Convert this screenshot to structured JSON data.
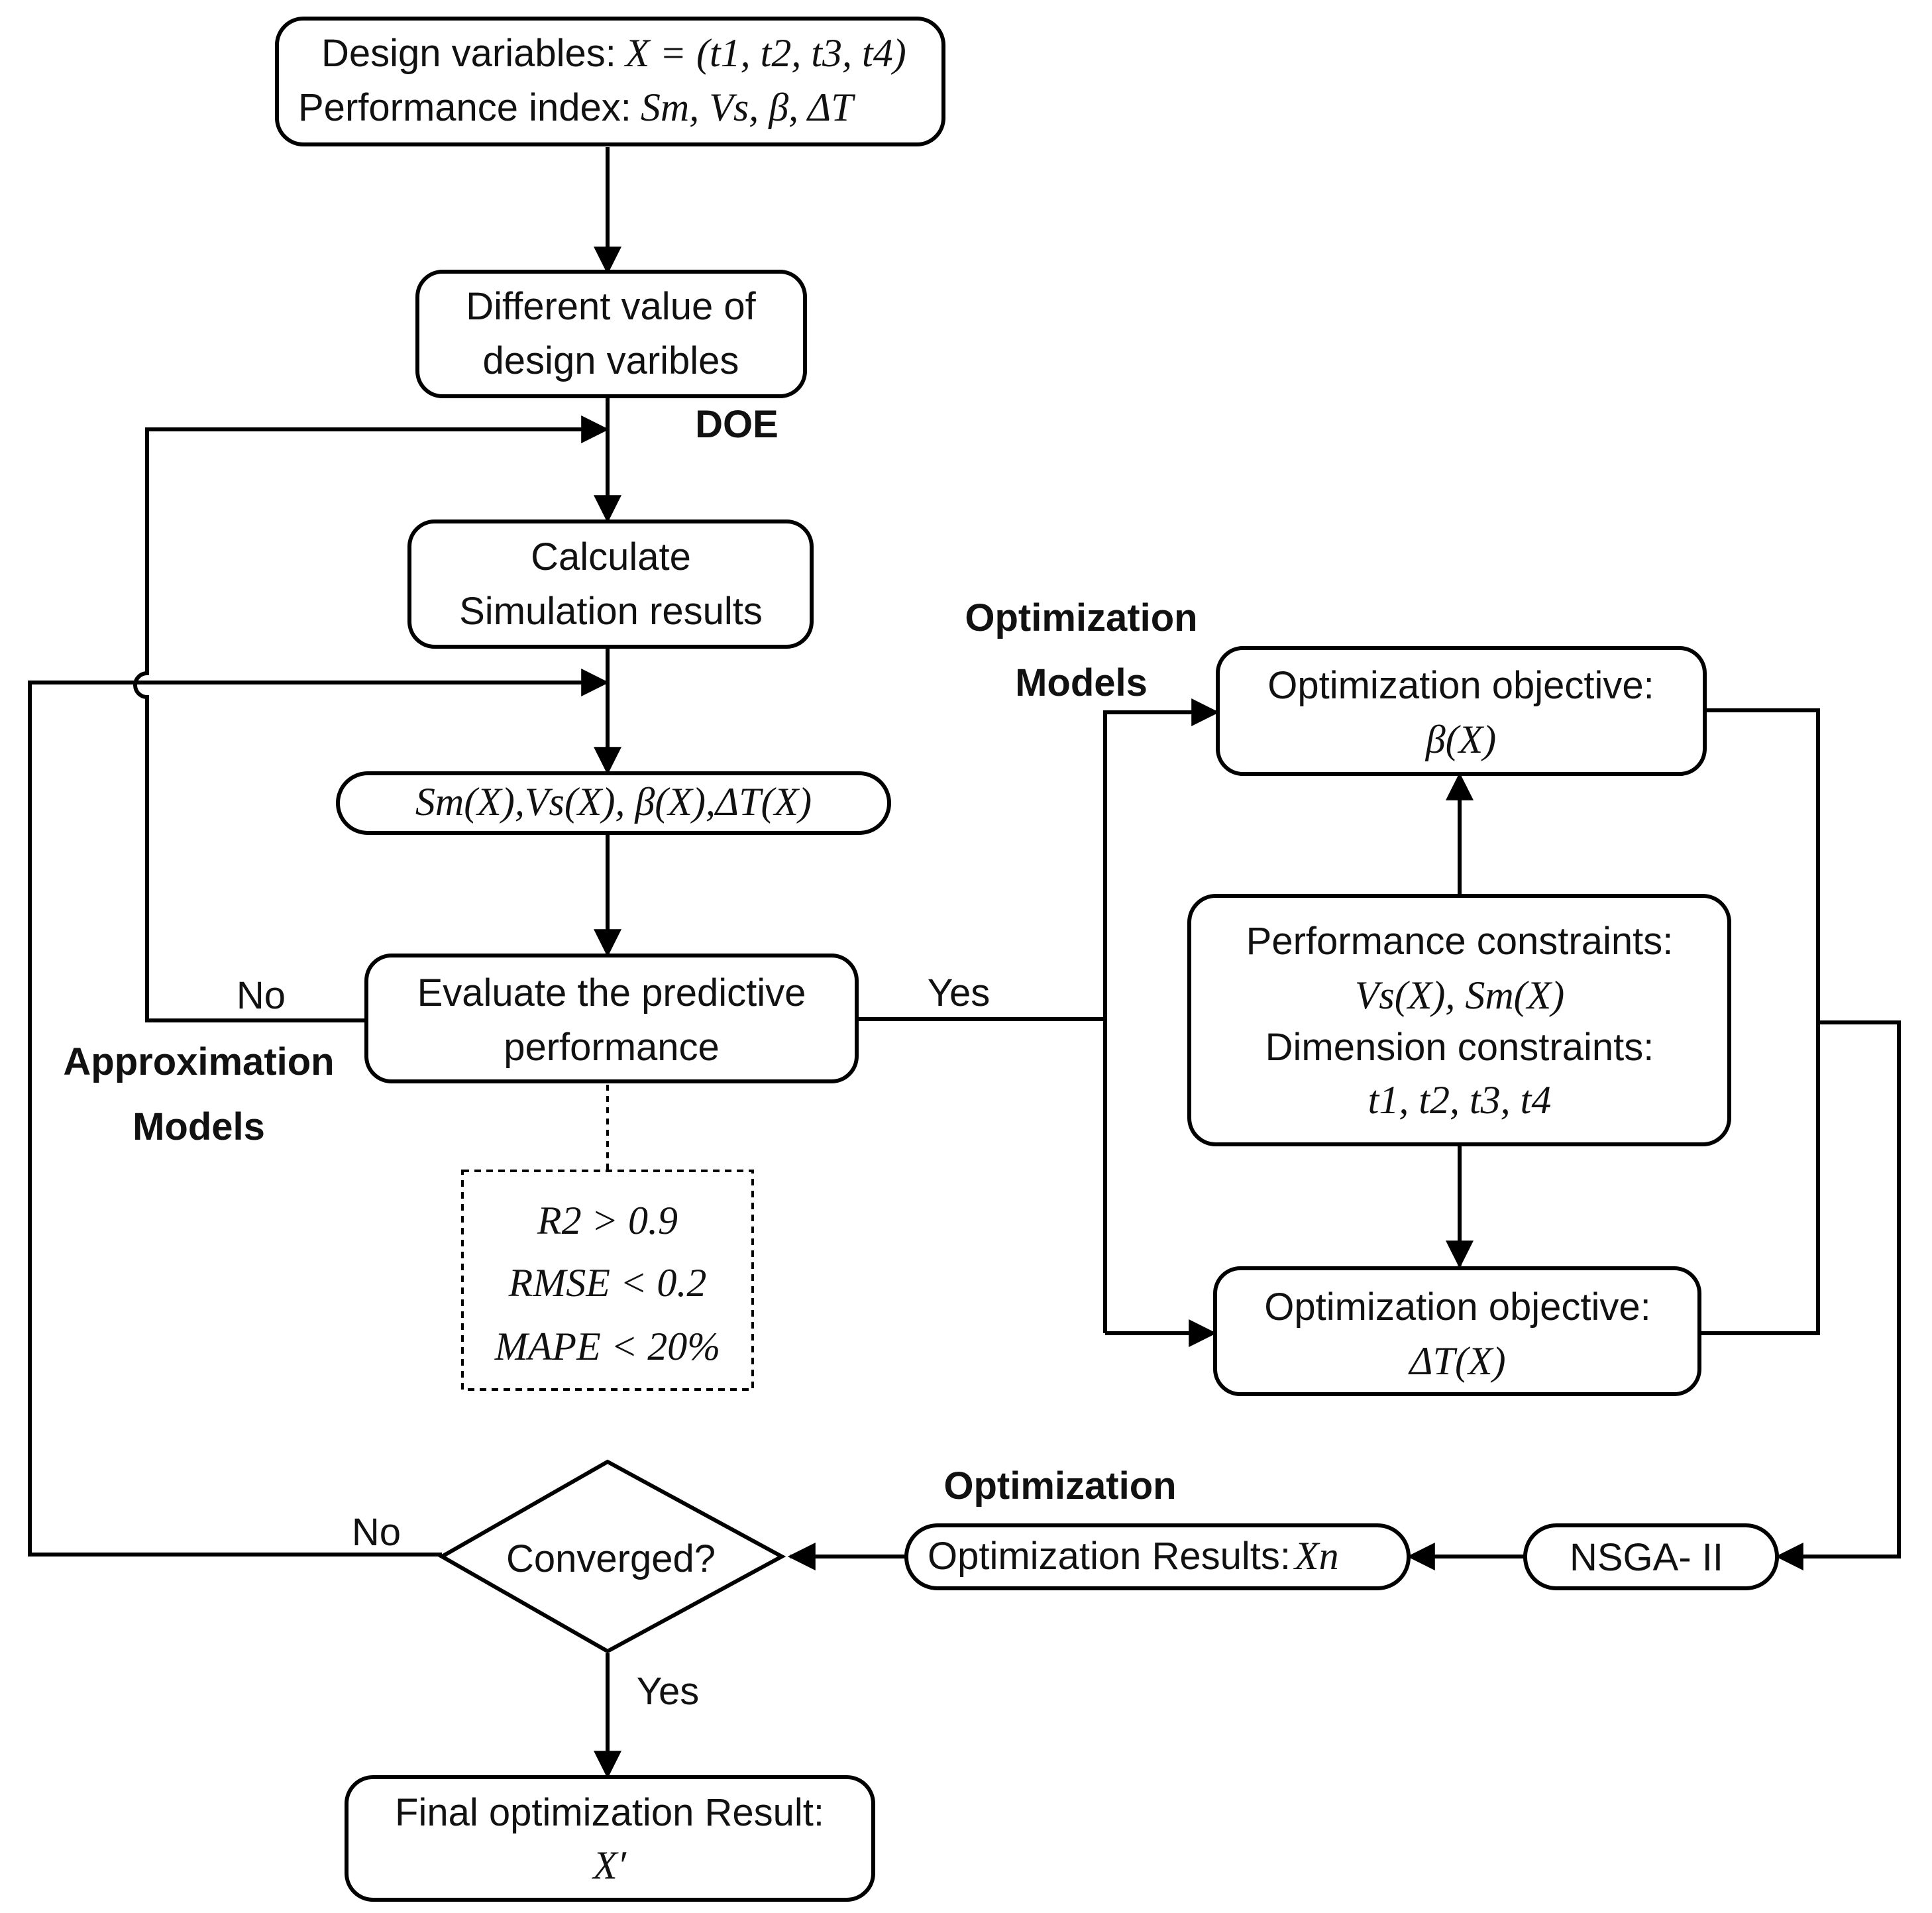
{
  "nodes": {
    "design": {
      "line1_text": "Design variables:",
      "line1_math": "X = (t1, t2, t3, t4)",
      "line2_text": "Performance index:",
      "line2_math": "Sm, Vs, β, ΔT"
    },
    "different_value": {
      "line1": "Different value of",
      "line2": "design varibles"
    },
    "calculate": {
      "line1": "Calculate",
      "line2": "Simulation results"
    },
    "responses": {
      "math": "Sm(X),Vs(X), β(X),ΔT(X)"
    },
    "evaluate": {
      "line1": "Evaluate the predictive",
      "line2": "performance"
    },
    "criteria": {
      "line1": "R2 > 0.9",
      "line2": "RMSE < 0.2",
      "line3": "MAPE < 20%"
    },
    "objective_beta": {
      "line1": "Optimization objective:",
      "line2": "β(X)"
    },
    "constraints": {
      "line1": "Performance constraints:",
      "line2": "Vs(X), Sm(X)",
      "line3": "Dimension constraints:",
      "line4": "t1, t2, t3, t4"
    },
    "objective_dt": {
      "line1": "Optimization objective:",
      "line2": "ΔT(X)"
    },
    "nsga": {
      "label": "NSGA- II"
    },
    "opt_results": {
      "text": "Optimization Results:",
      "math": "Xn"
    },
    "converged": {
      "label": "Converged?"
    },
    "final": {
      "line1": "Final optimization Result:",
      "line2": "X′"
    }
  },
  "labels": {
    "doe": "DOE",
    "optimization_models_1": "Optimization",
    "optimization_models_2": "Models",
    "approximation_models_1": "Approximation",
    "approximation_models_2": "Models",
    "optimization": "Optimization",
    "no_evaluate": "No",
    "yes_evaluate": "Yes",
    "no_converged": "No",
    "yes_converged": "Yes"
  }
}
